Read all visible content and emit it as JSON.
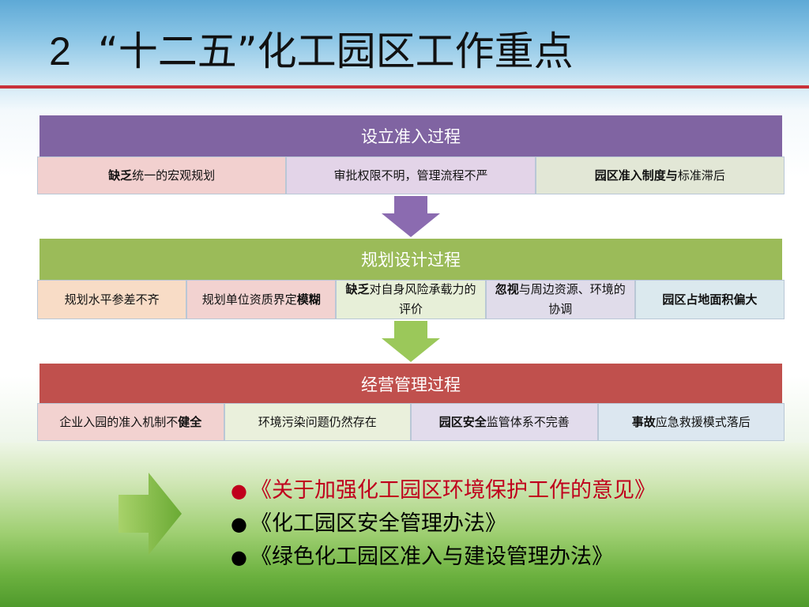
{
  "title": {
    "number": "2",
    "text": "“十二五”化工园区工作重点"
  },
  "colors": {
    "title_rule": "#c8323a",
    "purple": "#8064a2",
    "green": "#9bbb59",
    "red": "#c0504d",
    "arrow_purple": "#8b6bb0",
    "arrow_green": "#9bc85a",
    "bullet_red": "#c0001c"
  },
  "stages": [
    {
      "name": "设立准入过程",
      "cells": [
        {
          "parts": [
            {
              "text": "缺乏",
              "bold": true
            },
            {
              "text": "统一的宏观规划",
              "bold": false
            }
          ]
        },
        {
          "parts": [
            {
              "text": "审批权限不明，管理流程不严",
              "bold": false
            }
          ]
        },
        {
          "parts": [
            {
              "text": "园区准入制度与",
              "bold": true
            },
            {
              "text": "标准滞后",
              "bold": false
            }
          ]
        }
      ]
    },
    {
      "name": "规划设计过程",
      "cells": [
        {
          "parts": [
            {
              "text": "规划水平参差不齐",
              "bold": false
            }
          ]
        },
        {
          "parts": [
            {
              "text": "规划单位资质界定",
              "bold": false
            },
            {
              "text": "模糊",
              "bold": true
            }
          ]
        },
        {
          "parts": [
            {
              "text": "缺乏",
              "bold": true
            },
            {
              "text": "对自身风险承载力的评价",
              "bold": false
            }
          ]
        },
        {
          "parts": [
            {
              "text": "忽视",
              "bold": true
            },
            {
              "text": "与周边资源、环境的协调",
              "bold": false
            }
          ]
        },
        {
          "parts": [
            {
              "text": "园区占地面积偏大",
              "bold": true
            }
          ]
        }
      ]
    },
    {
      "name": "经营管理过程",
      "cells": [
        {
          "parts": [
            {
              "text": "企业入园的准入机制不",
              "bold": false
            },
            {
              "text": "健全",
              "bold": true
            }
          ]
        },
        {
          "parts": [
            {
              "text": "环境污染问题仍然存在",
              "bold": false
            }
          ]
        },
        {
          "parts": [
            {
              "text": "园区安全",
              "bold": true
            },
            {
              "text": "监管体系不完善",
              "bold": false
            }
          ]
        },
        {
          "parts": [
            {
              "text": "事故",
              "bold": true
            },
            {
              "text": "应急救援模式落后",
              "bold": false
            }
          ]
        }
      ]
    }
  ],
  "bullets": [
    {
      "symbol": "●",
      "text": "《关于加强化工园区环境保护工作的意见》",
      "color": "#c0001c"
    },
    {
      "symbol": "●",
      "text": "《化工园区安全管理办法》",
      "color": "#000000"
    },
    {
      "symbol": "●",
      "text": "《绿色化工园区准入与建设管理办法》",
      "color": "#000000"
    }
  ]
}
